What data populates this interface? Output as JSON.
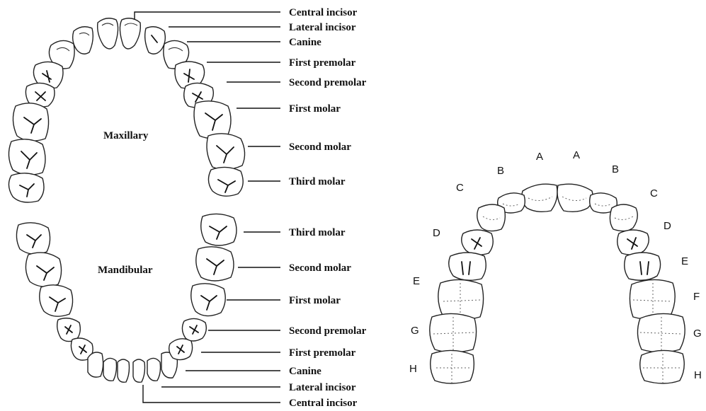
{
  "left_chart": {
    "maxillary_label": "Maxillary",
    "mandibular_label": "Mandibular",
    "maxillary_teeth": [
      "Central incisor",
      "Lateral incisor",
      "Canine",
      "First premolar",
      "Second premolar",
      "First molar",
      "Second molar",
      "Third molar"
    ],
    "mandibular_teeth": [
      "Third molar",
      "Second molar",
      "First molar",
      "Second premolar",
      "First premolar",
      "Canine",
      "Lateral incisor",
      "Central incisor"
    ]
  },
  "right_chart": {
    "left_side_letters": [
      "A",
      "B",
      "C",
      "D",
      "E",
      "G",
      "H"
    ],
    "right_side_letters": [
      "A",
      "B",
      "C",
      "D",
      "E",
      "F",
      "G",
      "H"
    ]
  }
}
